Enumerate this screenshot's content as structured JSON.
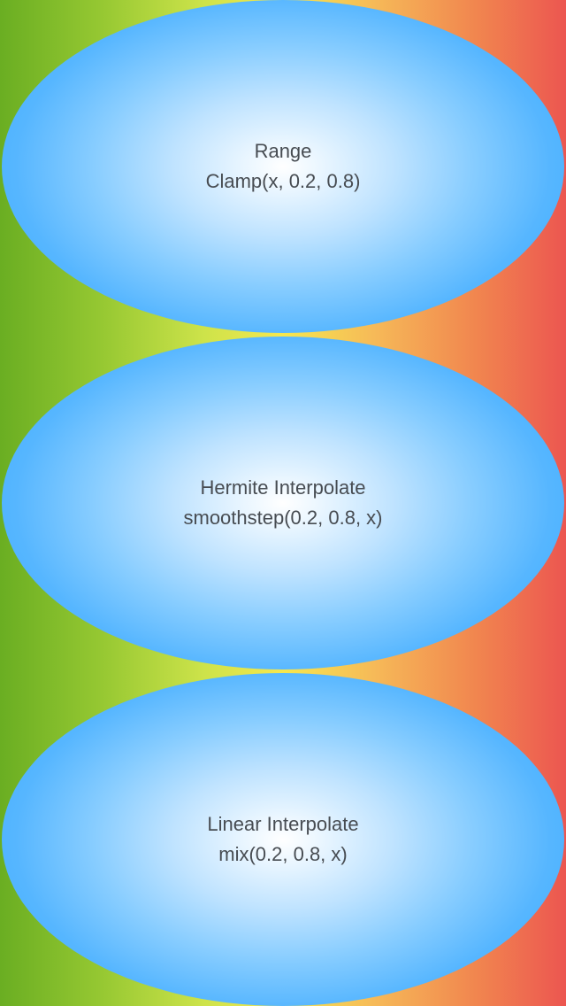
{
  "colors": {
    "gradient_left": "#6aae22",
    "gradient_center": "#f6e74e",
    "gradient_right": "#ec5650",
    "ellipse_edge": "#48b1ff",
    "ellipse_center": "#ffffff",
    "text": "#474c52"
  },
  "shapes": [
    {
      "title": "Range",
      "formula": "Clamp(x, 0.2, 0.8)"
    },
    {
      "title": "Hermite Interpolate",
      "formula": "smoothstep(0.2, 0.8, x)"
    },
    {
      "title": "Linear Interpolate",
      "formula": "mix(0.2, 0.8, x)"
    }
  ]
}
